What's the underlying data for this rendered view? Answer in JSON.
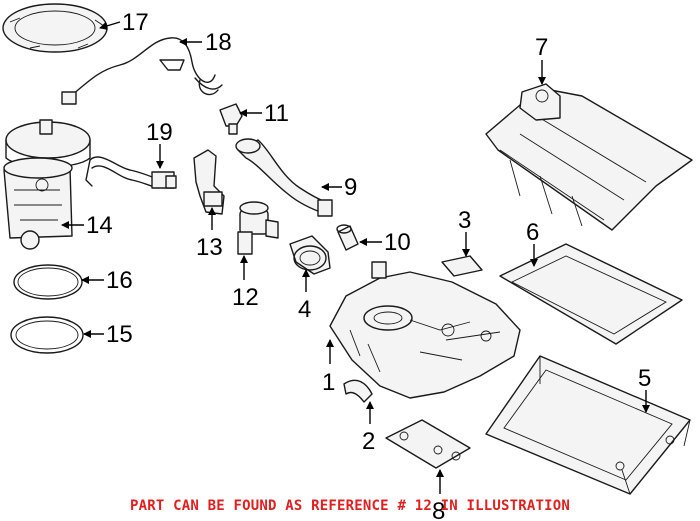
{
  "callouts": {
    "p1": "1",
    "p2": "2",
    "p3": "3",
    "p4": "4",
    "p5": "5",
    "p6": "6",
    "p7": "7",
    "p8": "8",
    "p9": "9",
    "p10": "10",
    "p11": "11",
    "p12": "12",
    "p13": "13",
    "p14": "14",
    "p15": "15",
    "p16": "16",
    "p17": "17",
    "p18": "18",
    "p19": "19"
  },
  "footer": {
    "text": "PART CAN BE FOUND AS REFERENCE # 12 IN ILLUSTRATION"
  },
  "colors": {
    "footer": "#e02020",
    "line": "#1a1a1a"
  }
}
